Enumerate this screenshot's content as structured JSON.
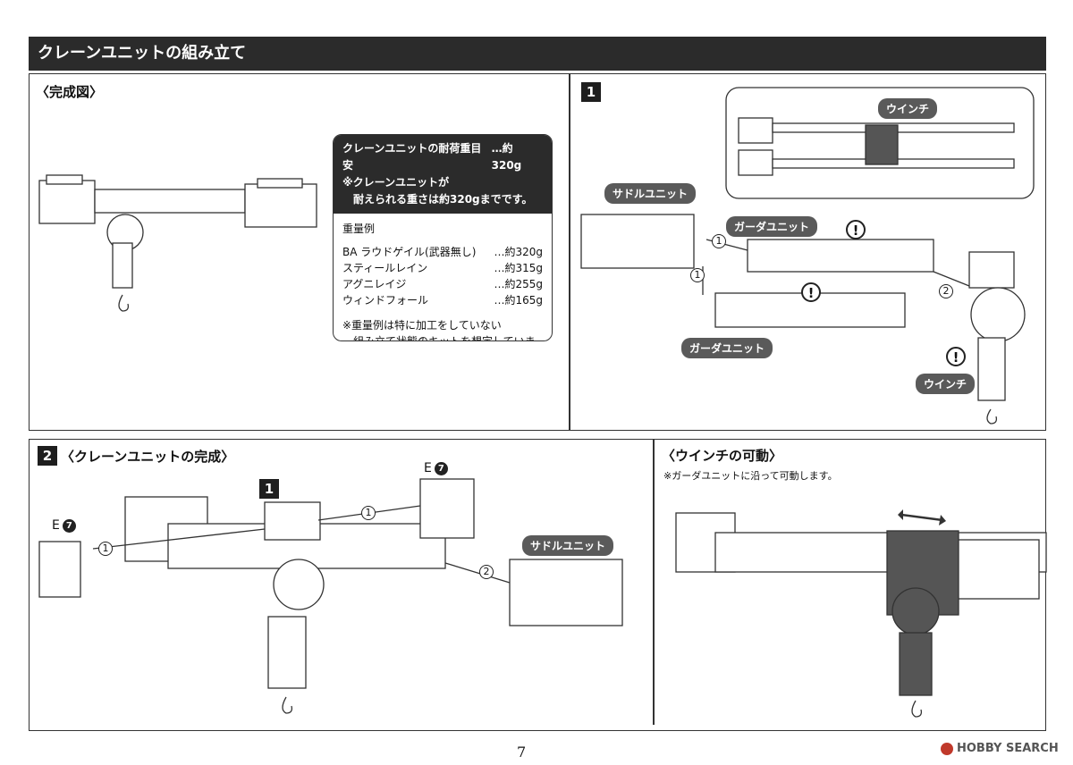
{
  "header": {
    "title": "クレーンユニットの組み立て"
  },
  "completed": {
    "title": "〈完成図〉",
    "info": {
      "load_label": "クレーンユニットの耐荷重目安",
      "load_value": "…約320g",
      "note_line1": "※クレーンユニットが",
      "note_line2": "耐えられる重さは約320gまでです。",
      "weights_title": "重量例",
      "weights": [
        {
          "name": "BA ラウドゲイル(武器無し)",
          "value": "…約320g"
        },
        {
          "name": "スティールレイン",
          "value": "…約315g"
        },
        {
          "name": "アグニレイジ",
          "value": "…約255g"
        },
        {
          "name": "ウィンドフォール",
          "value": "…約165g"
        }
      ],
      "footnote_line1": "※重量例は特に加工をしていない",
      "footnote_line2": "組み立て状態のキットを想定しています。"
    }
  },
  "step1": {
    "number": "1",
    "labels": {
      "winch_top": "ウインチ",
      "saddle": "サドルユニット",
      "girder_top": "ガーダユニット",
      "girder_bottom": "ガーダユニット",
      "winch_bottom": "ウインチ"
    },
    "markers": {
      "one": "1",
      "two": "2",
      "warn": "!"
    }
  },
  "step2": {
    "number": "2",
    "title": "〈クレーンユニットの完成〉",
    "ref1": "1",
    "part_code": "E",
    "part_num": "7",
    "saddle_label": "サドルユニット",
    "markers": {
      "one": "1",
      "two": "2"
    }
  },
  "winch_move": {
    "title": "〈ウインチの可動〉",
    "note": "※ガーダユニットに沿って可動します。"
  },
  "footer": {
    "page_number": "7",
    "watermark": "HOBBY SEARCH"
  }
}
